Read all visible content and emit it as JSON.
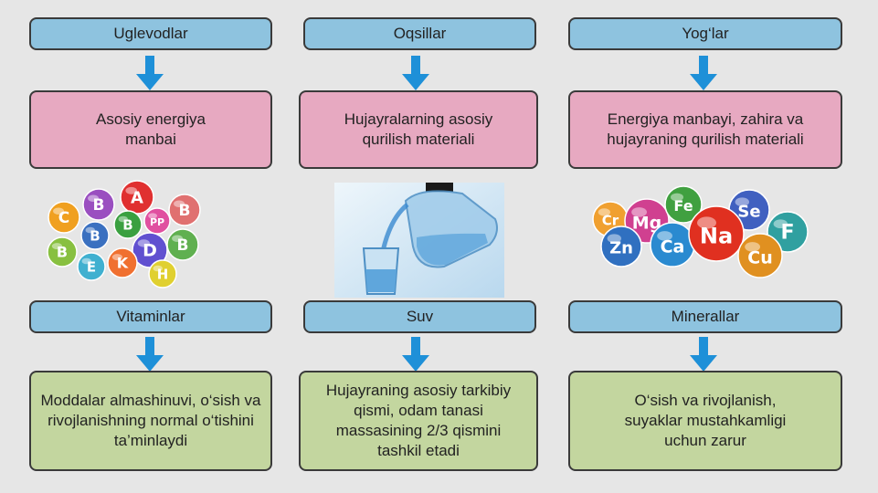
{
  "columns": [
    {
      "header": "Uglevodlar",
      "role": "Asosiy energiya manbai"
    },
    {
      "header": "Oqsillar",
      "role": "Hujayralarning asosiy qurilish materiali"
    },
    {
      "header": "Yog‘lar",
      "role": "Energiya manbayi, zahira va hujayraning qurilish materiali"
    }
  ],
  "lower": [
    {
      "header": "Vitaminlar",
      "desc": "Moddalar almashinuvi, o‘sish va rivojlanishning normal o‘tishini ta’minlaydi"
    },
    {
      "header": "Suv",
      "desc": "Hujayraning asosiy tarkibiy qismi, odam tanasi massasining 2/3 qismini tashkil etadi"
    },
    {
      "header": "Minerallar",
      "desc": "O‘sish va rivojlanish, suyaklar mustahkamligi uchun zarur"
    }
  ],
  "vitamin_balls": [
    {
      "label": "C",
      "color": "#f0a020"
    },
    {
      "label": "B",
      "color": "#9a4fc0"
    },
    {
      "label": "A",
      "color": "#e03030"
    },
    {
      "label": "B",
      "color": "#e07070"
    },
    {
      "label": "B",
      "color": "#3a70c0"
    },
    {
      "label": "B",
      "color": "#3aa040"
    },
    {
      "label": "PP",
      "color": "#e050a0"
    },
    {
      "label": "B",
      "color": "#88c040"
    },
    {
      "label": "D",
      "color": "#6050d0"
    },
    {
      "label": "B",
      "color": "#60b050"
    },
    {
      "label": "E",
      "color": "#40b0d0"
    },
    {
      "label": "K",
      "color": "#f07030"
    },
    {
      "label": "H",
      "color": "#e0d030"
    }
  ],
  "mineral_balls": [
    {
      "label": "Cr",
      "color": "#f0a030"
    },
    {
      "label": "Mg",
      "color": "#d04090"
    },
    {
      "label": "Fe",
      "color": "#40a040"
    },
    {
      "label": "Se",
      "color": "#4060c0"
    },
    {
      "label": "F",
      "color": "#30a0a0"
    },
    {
      "label": "Zn",
      "color": "#3070c0"
    },
    {
      "label": "Ca",
      "color": "#2a8ad0"
    },
    {
      "label": "Na",
      "color": "#e03020"
    },
    {
      "label": "Cu",
      "color": "#e09020"
    }
  ],
  "colors": {
    "blue_box": "#8ec3df",
    "pink_box": "#e7a9c1",
    "green_box": "#c3d69f",
    "arrow": "#1e90d8"
  }
}
